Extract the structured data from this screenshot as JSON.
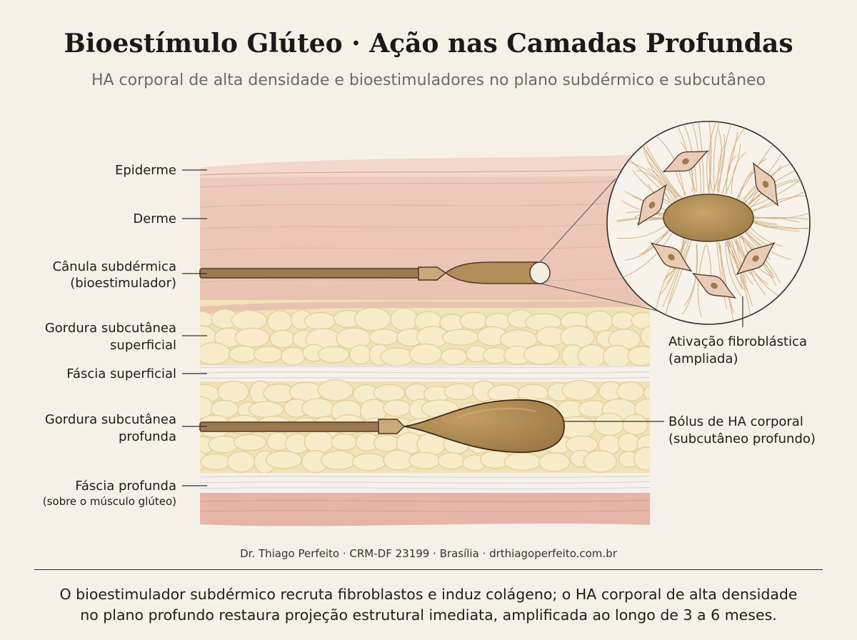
{
  "header": {
    "title": "Bioestímulo Glúteo · Ação nas Camadas Profundas",
    "subtitle": "HA corporal de alta densidade e bioestimuladores no plano subdérmico e subcutâneo"
  },
  "labels_left": {
    "epiderme": "Epiderme",
    "derme": "Derme",
    "canula_1": "Cânula subdérmica",
    "canula_2": "(bioestimulador)",
    "gordura_sup_1": "Gordura subcutânea",
    "gordura_sup_2": "superficial",
    "fascia_sup": "Fáscia superficial",
    "gordura_prof_1": "Gordura subcutânea",
    "gordura_prof_2": "profunda",
    "fascia_prof_1": "Fáscia profunda",
    "fascia_prof_2": "(sobre o músculo glúteo)"
  },
  "labels_right": {
    "ativacao_1": "Ativação fibroblástica",
    "ativacao_2": "(ampliada)",
    "bolus_1": "Bólus de HA corporal",
    "bolus_2": "(subcutâneo profundo)"
  },
  "footer": {
    "credit": "Dr. Thiago Perfeito · CRM-DF 23199 · Brasília · drthiagoperfeito.com.br",
    "caption_line1": "O bioestimulador subdérmico recruta fibroblastos e induz colágeno; o HA corporal de alta densidade",
    "caption_line2": "no plano profundo restaura projeção estrutural imediata, amplificada ao longo de 3 a 6 meses."
  },
  "colors": {
    "background": "#f6f1e7",
    "derme": "#ecc7b8",
    "fat": "#f3e5bd",
    "fascia": "#f4f0ea",
    "muscle": "#e6b5a8",
    "ha_bolus": "#b08a52",
    "cannula": "#9b7a4f"
  }
}
